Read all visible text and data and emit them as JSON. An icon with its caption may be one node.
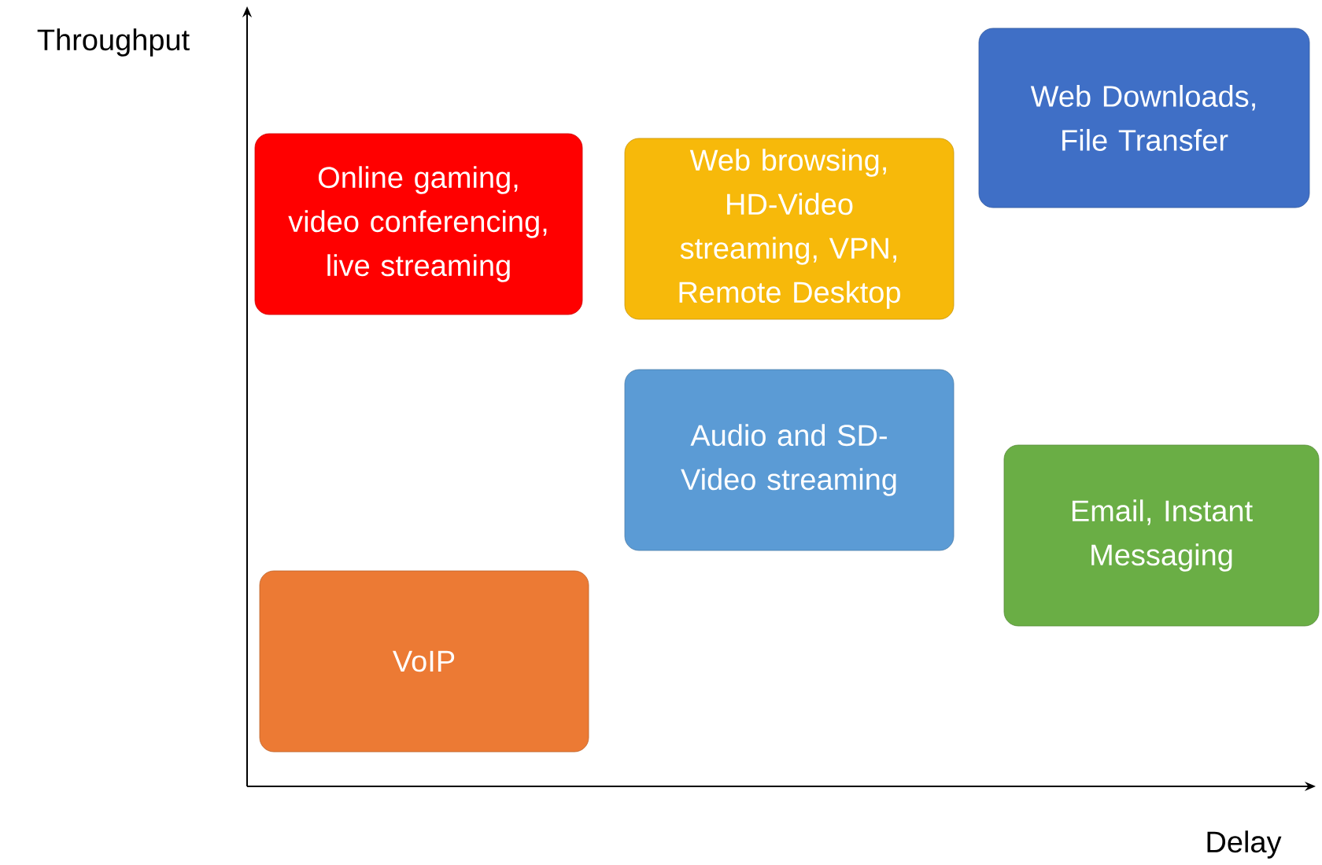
{
  "diagram": {
    "nodes": [
      {
        "text": [
          "Web Downloads, File Transfer"
        ]
      },
      {
        "text": [
          "Online gaming, video conferencing, live streaming"
        ]
      },
      {
        "text": [
          "Web browsing, HD-Video streaming, VPN, Remote Desktop"
        ]
      },
      {
        "text": [
          "Audio and SD-Video streaming"
        ]
      },
      {
        "text": [
          "Email, Instant Messaging"
        ]
      },
      {
        "text": [
          "VoIP"
        ]
      }
    ],
    "labels": [
      "Throughput",
      "Delay"
    ]
  }
}
